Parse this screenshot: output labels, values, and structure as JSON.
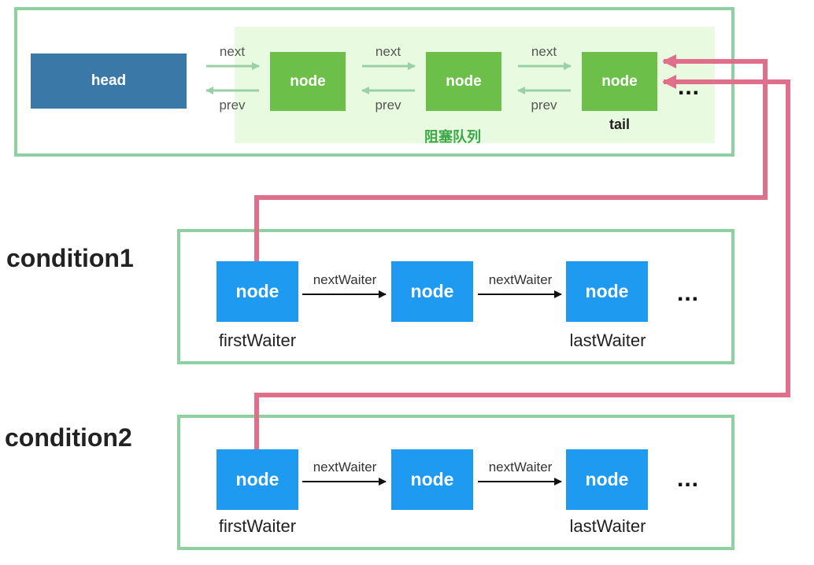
{
  "sync_queue": {
    "head_label": "head",
    "node_labels": [
      "node",
      "node",
      "node"
    ],
    "next_labels": [
      "next",
      "next",
      "next"
    ],
    "prev_labels": [
      "prev",
      "prev",
      "prev"
    ],
    "tail_label": "tail",
    "queue_title": "阻塞队列",
    "ellipsis": "..."
  },
  "conditions": [
    {
      "title": "condition1",
      "node_labels": [
        "node",
        "node",
        "node"
      ],
      "link_labels": [
        "nextWaiter",
        "nextWaiter"
      ],
      "first_label": "firstWaiter",
      "last_label": "lastWaiter",
      "ellipsis": "..."
    },
    {
      "title": "condition2",
      "node_labels": [
        "node",
        "node",
        "node"
      ],
      "link_labels": [
        "nextWaiter",
        "nextWaiter"
      ],
      "first_label": "firstWaiter",
      "last_label": "lastWaiter",
      "ellipsis": "..."
    }
  ],
  "colors": {
    "frame_border": "#8fd0a0",
    "queue_background": "#e8fbe0",
    "head_box": "#3a79a7",
    "green_node": "#6cc04a",
    "blue_node": "#1e9af0",
    "transfer_line": "#e06f8b",
    "queue_arrow": "#9ad0a6"
  }
}
